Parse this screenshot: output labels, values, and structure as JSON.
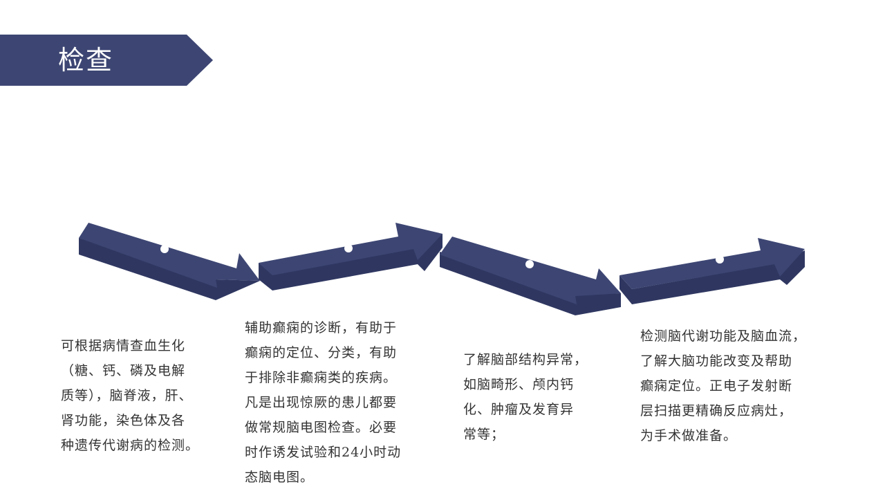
{
  "header": {
    "title": "检查",
    "banner_color": "#3d4673"
  },
  "arrow_color": "#3d4673",
  "arrow_dark": "#2f3761",
  "steps": [
    {
      "text": "可根据病情查血生化\n（糖、钙、磷及电解\n质等），脑脊液，肝、\n肾功能，染色体及各\n种遗传代谢病的检测。"
    },
    {
      "text": "辅助癫痫的诊断，有助于\n癫痫的定位、分类，有助\n于排除非癫痫类的疾病。\n凡是出现惊厥的患儿都要\n做常规脑电图检查。必要\n时作诱发试验和24小时动\n态脑电图。"
    },
    {
      "text": "了解脑部结构异常，\n如脑畸形、颅内钙\n化、肿瘤及发育异\n常等；"
    },
    {
      "text": "检测脑代谢功能及脑血流，\n了解大脑功能改变及帮助\n癫痫定位。正电子发射断\n层扫描更精确反应病灶，\n为手术做准备。"
    }
  ]
}
